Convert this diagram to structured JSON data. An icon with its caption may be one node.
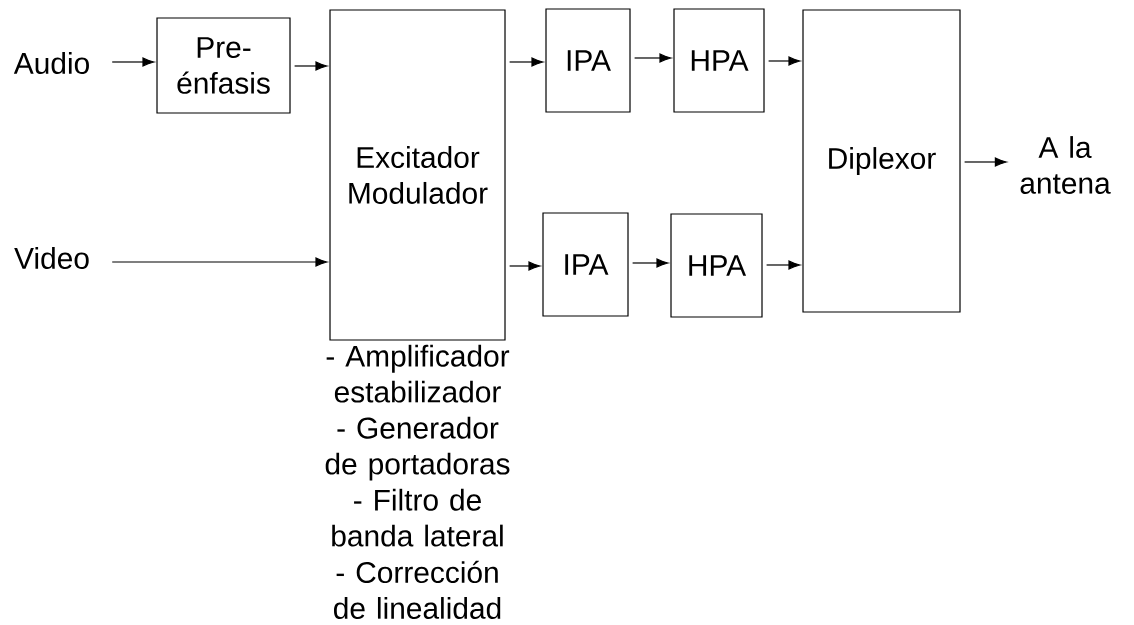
{
  "diagram": {
    "nodes": [
      {
        "text": [
          "Audio"
        ]
      },
      {
        "text": [
          "Pre- énfasis"
        ]
      },
      {
        "text": [
          "Excitador Modulador"
        ],
        "beside": [
          "- Amplificador estabilizador",
          "- Generador de portadoras",
          "- Filtro de banda lateral",
          "- Corrección de linealidad"
        ]
      },
      {
        "text": [
          "Video"
        ]
      },
      {
        "text": [
          "IPA"
        ]
      },
      {
        "text": [
          "HPA"
        ]
      },
      {
        "text": [
          "IPA"
        ]
      },
      {
        "text": [
          "HPA"
        ]
      },
      {
        "text": [
          "Diplexor"
        ]
      },
      {
        "text": [
          "A la antena"
        ]
      }
    ],
    "edges": [
      {
        "from": 0,
        "to": 1,
        "arrow": "to"
      },
      {
        "from": 1,
        "to": 2,
        "arrow": "to"
      },
      {
        "from": 3,
        "to": 2,
        "arrow": "to"
      },
      {
        "from": 2,
        "to": 4,
        "arrow": "to"
      },
      {
        "from": 4,
        "to": 5,
        "arrow": "to"
      },
      {
        "from": 5,
        "to": 8,
        "arrow": "to"
      },
      {
        "from": 2,
        "to": 6,
        "arrow": "to"
      },
      {
        "from": 6,
        "to": 7,
        "arrow": "to"
      },
      {
        "from": 7,
        "to": 8,
        "arrow": "to"
      },
      {
        "from": 8,
        "to": 9,
        "arrow": "to"
      }
    ]
  }
}
